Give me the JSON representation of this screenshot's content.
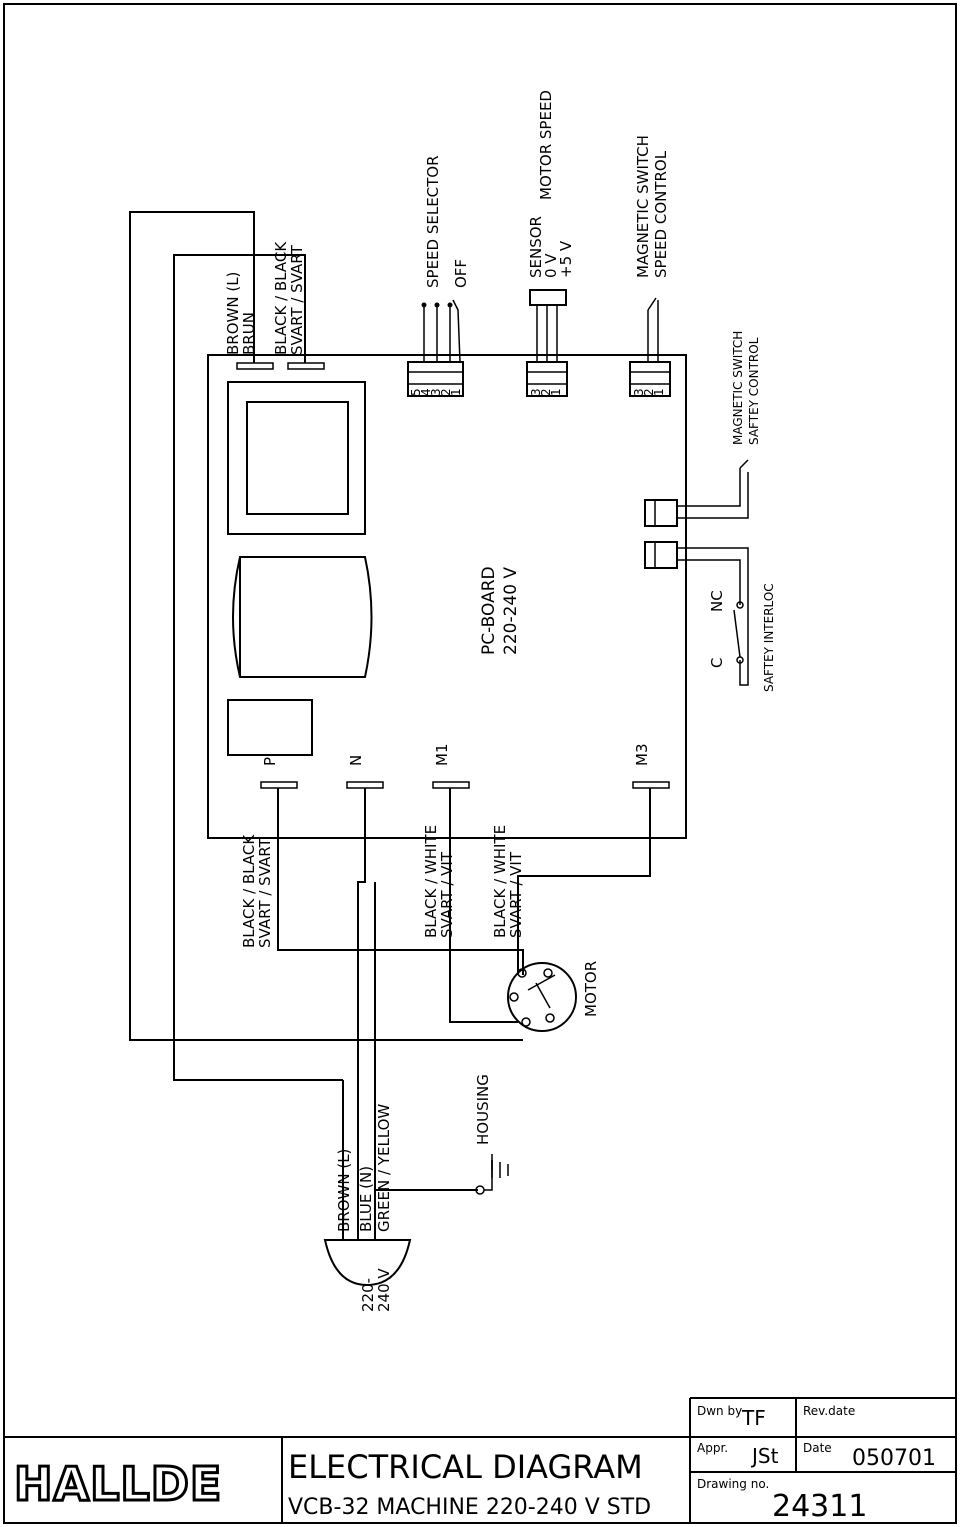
{
  "top_labels": {
    "brown_l": "BROWN (L)",
    "brun": "BRUN",
    "black_black_1": "BLACK / BLACK",
    "svart_svart_1": "SVART / SVART",
    "speed_selector": "SPEED SELECTOR",
    "off": "OFF",
    "sensor": "SENSOR",
    "zero_v": "0 V",
    "plus5v": "+5 V",
    "motor_speed": "MOTOR SPEED",
    "magnetic_switch_1": "MAGNETIC SWITCH",
    "speed_control": "SPEED CONTROL",
    "magnetic_switch_2": "MAGNETIC SWITCH",
    "saftey_control": "SAFTEY CONTROL",
    "c": "C",
    "nc": "NC",
    "saftey_interloc": "SAFTEY INTERLOC"
  },
  "connector_pins": {
    "speed": [
      "5",
      "4",
      "3",
      "2",
      "1"
    ],
    "sensor": [
      "3",
      "2",
      "1"
    ],
    "magnetic": [
      "3",
      "2",
      "1"
    ]
  },
  "board": {
    "name": "PC-BOARD",
    "voltage": "220-240 V",
    "terminals": [
      "P",
      "N",
      "M1",
      "M3"
    ]
  },
  "bottom_labels": {
    "black_black_2": "BLACK / BLACK",
    "svart_svart_2": "SVART / SVART",
    "black_white_1": "BLACK / WHITE",
    "svart_vit_1": "SVART / VIT",
    "black_white_2": "BLACK / WHITE",
    "svart_vit_2": "SVART / VIT",
    "motor": "MOTOR",
    "housing": "HOUSING",
    "brown_l2": "BROWN (L)",
    "blue_n": "BLUE (N)",
    "green_yellow": "GREEN / YELLOW",
    "supply_1": "220-",
    "supply_2": "240 V"
  },
  "title_block": {
    "logo": "HALLDE",
    "title": "ELECTRICAL DIAGRAM",
    "subtitle": "VCB-32 MACHINE 220-240 V STD",
    "dwn_by_label": "Dwn by",
    "dwn_by": "TF",
    "rev_date_label": "Rev.date",
    "appr_label": "Appr.",
    "appr": "JSt",
    "date_label": "Date",
    "date": "050701",
    "drawing_no_label": "Drawing no.",
    "drawing_no": "24311"
  }
}
